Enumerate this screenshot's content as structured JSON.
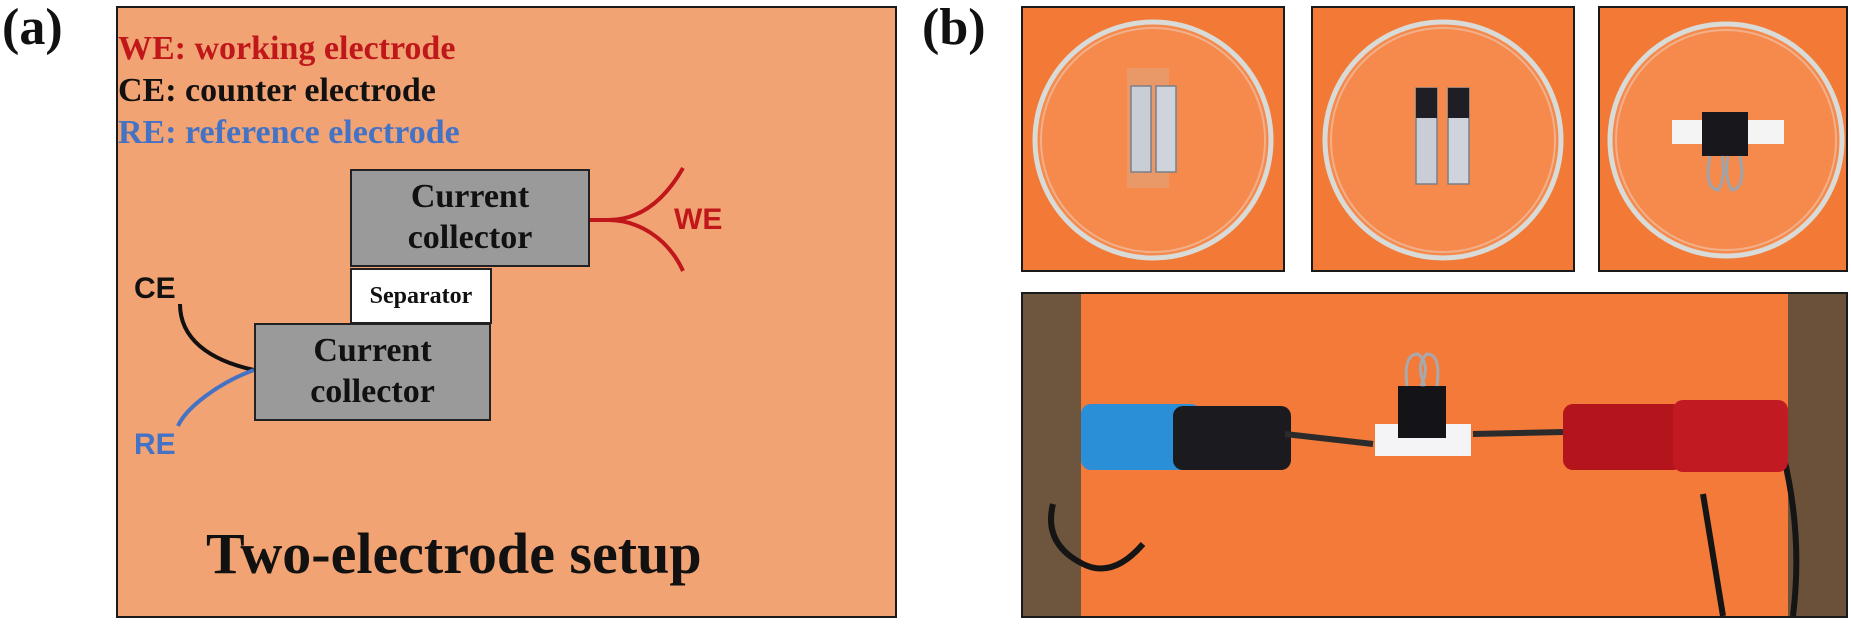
{
  "panel_a": {
    "label": "(a)",
    "legend": {
      "we": "WE: working electrode",
      "ce": "CE: counter electrode",
      "re": "RE: reference electrode"
    },
    "top_collector": {
      "line1": "Current",
      "line2": "collector"
    },
    "separator": "Separator",
    "bottom_collector": {
      "line1": "Current",
      "line2": "collector"
    },
    "wire_labels": {
      "we": "WE",
      "ce": "CE",
      "re": "RE"
    },
    "title": "Two-electrode setup",
    "colors": {
      "background": "#f2a373",
      "we": "#c0171b",
      "ce": "#111111",
      "re": "#4472c4",
      "collector": "#9a9a9a",
      "separator": "#ffffff"
    }
  },
  "panel_b": {
    "label": "(b)"
  }
}
